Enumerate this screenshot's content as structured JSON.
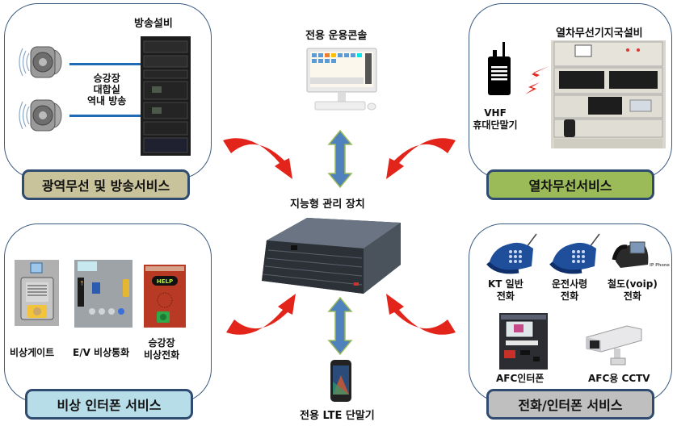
{
  "hub": {
    "console_label": "전용 운용콘솔",
    "device_label": "지능형 관리 장치",
    "lte_label": "전용 LTE 단말기"
  },
  "panels": {
    "broadcast": {
      "title": "광역무선 및 방송서비스",
      "equipment_label": "방송설비",
      "speaker_caption": [
        "승강장",
        "대합실",
        "역내 방송"
      ],
      "color": "#c9c39b"
    },
    "train_radio": {
      "title": "열차무선서비스",
      "equipment_label": "열차무선기지국설비",
      "handheld_caption": [
        "VHF",
        "휴대단말기"
      ],
      "color": "#9bbb59"
    },
    "emergency": {
      "title": "비상 인터폰 서비스",
      "items": [
        {
          "label": [
            "비상게이트"
          ]
        },
        {
          "label": [
            "E/V 비상통화"
          ]
        },
        {
          "label": [
            "승강장",
            "비상전화"
          ]
        }
      ],
      "help_text": "HELP",
      "color": "#b7dde8"
    },
    "phone": {
      "title": "전화/인터폰 서비스",
      "items": [
        {
          "label": [
            "KT 일반",
            "전화"
          ]
        },
        {
          "label": [
            "운전사령",
            "전화"
          ]
        },
        {
          "label": [
            "철도(voip)",
            "전화"
          ]
        },
        {
          "label": [
            "AFC인터폰"
          ]
        },
        {
          "label": [
            "AFC용 CCTV"
          ]
        }
      ],
      "ip_phone_tag": "IP Phone",
      "color": "#bfbfbf"
    }
  },
  "colors": {
    "arrow_red": "#e3241b",
    "arrow_blue": "#4f81bd",
    "arrow_outline": "#9bbb59",
    "panel_border": "#3b5a80",
    "label_border": "#2f4c70"
  }
}
